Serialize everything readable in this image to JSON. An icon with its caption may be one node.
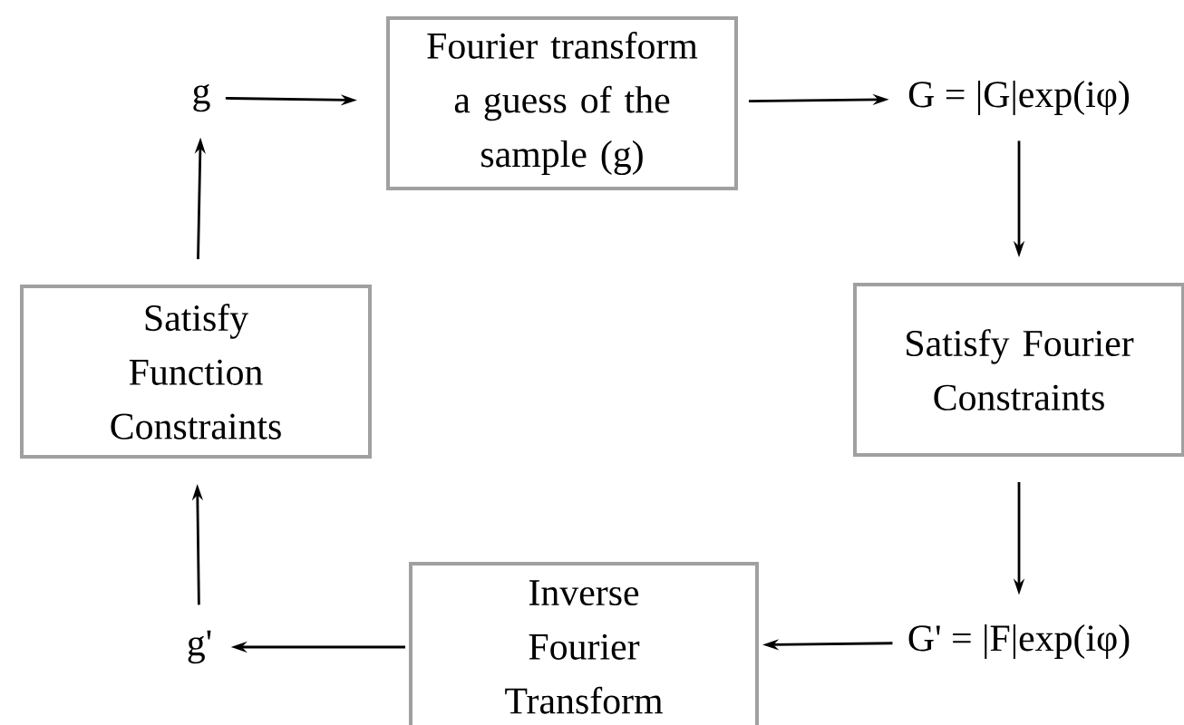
{
  "diagram": {
    "nodes": [
      {
        "text": [
          "g"
        ]
      },
      {
        "text": [
          "Fourier transform a guess of the sample (g)"
        ]
      },
      {
        "text": [
          "G = |G|exp(iφ)"
        ]
      },
      {
        "text": [
          "Satisfy Fourier Constraints"
        ]
      },
      {
        "text": [
          "G' = |F|exp(iφ)"
        ]
      },
      {
        "text": [
          "Inverse Fourier Transform"
        ]
      },
      {
        "text": [
          "g'"
        ]
      },
      {
        "text": [
          "Satisfy Function Constraints"
        ]
      }
    ],
    "edges": [
      {
        "from": 0,
        "to": 1,
        "arrow": "to"
      },
      {
        "from": 1,
        "to": 2,
        "arrow": "to"
      },
      {
        "from": 2,
        "to": 3,
        "arrow": "to"
      },
      {
        "from": 3,
        "to": 4,
        "arrow": "to"
      },
      {
        "from": 4,
        "to": 5,
        "arrow": "to"
      },
      {
        "from": 5,
        "to": 6,
        "arrow": "to"
      },
      {
        "from": 6,
        "to": 7,
        "arrow": "to"
      },
      {
        "from": 7,
        "to": 0,
        "arrow": "to"
      }
    ]
  }
}
